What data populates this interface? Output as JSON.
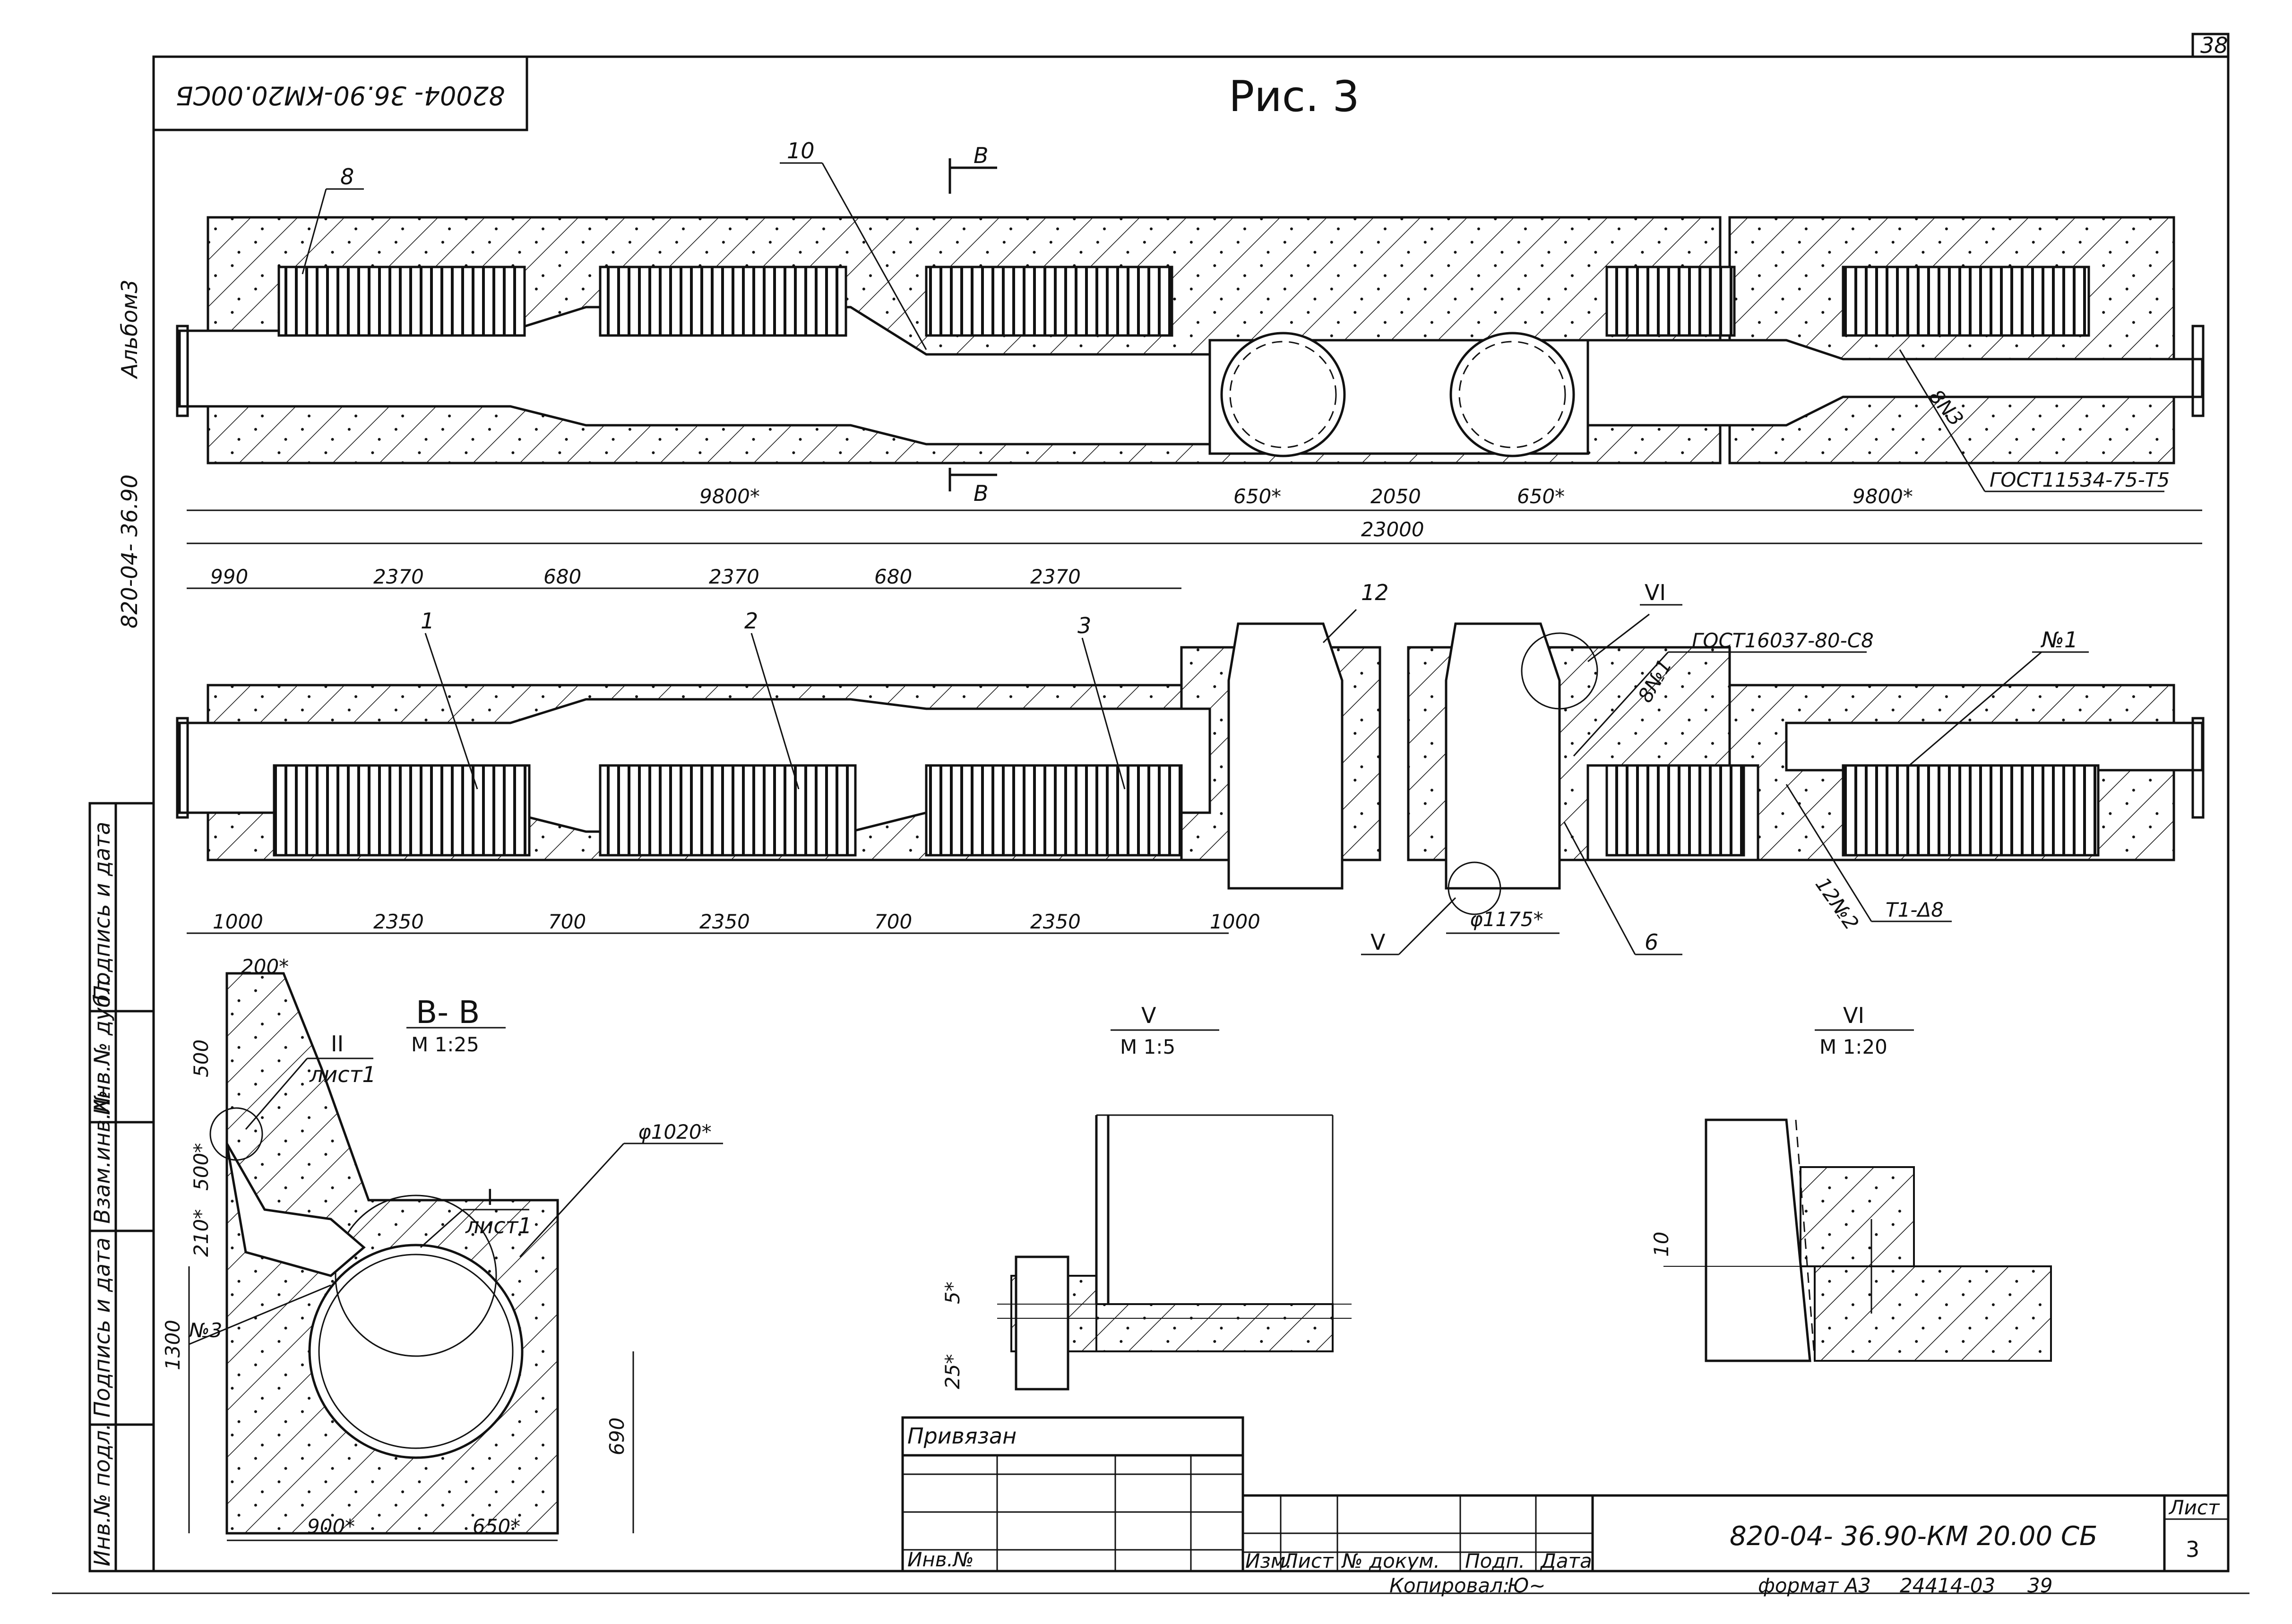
{
  "sheet": {
    "corner_number": "38",
    "figure_title": "Рис. 3",
    "stamp_code_rotated": "82004- 36.90-КМ20.00СБ",
    "album_label": "Альбом3",
    "side_code": "820-04- 36.90"
  },
  "side_table": {
    "cells": [
      "Подпись и дата",
      "Инв.№ дубл.",
      "Взам.инв.№",
      "Подпись и дата",
      "Инв.№ подл."
    ]
  },
  "top_view": {
    "section_mark": "В",
    "callouts": [
      "8",
      "10"
    ],
    "weld_label": "8N3",
    "gost_label": "ГОСТ11534-75-Т5",
    "dims": [
      "9800*",
      "650*",
      "2050",
      "650*",
      "9800*",
      "23000"
    ]
  },
  "middle_view": {
    "top_dims": [
      "990",
      "2370",
      "680",
      "2370",
      "680",
      "2370"
    ],
    "bottom_dims": [
      "1000",
      "2350",
      "700",
      "2350",
      "700",
      "2350",
      "1000"
    ],
    "callouts": [
      "1",
      "2",
      "3",
      "12",
      "VI",
      "V",
      "6",
      "№1"
    ],
    "weld_label": "8№1",
    "gost_label": "ГОСТ16037-80-С8",
    "weld2_label": "12№2",
    "weld2_type": "Т1-Δ8",
    "diam_dim": "φ1175*"
  },
  "section_bb": {
    "title": "В- В",
    "scale": "М 1:25",
    "node2": "II",
    "node2_sheet": "лист1",
    "node1": "I",
    "node1_sheet": "лист1",
    "diam": "φ1020*",
    "part": "№3",
    "dims": [
      "200*",
      "500",
      "500*",
      "210*",
      "1300",
      "690",
      "900*",
      "650*"
    ]
  },
  "detail_v": {
    "title": "V",
    "scale": "М 1:5",
    "dims": [
      "5*",
      "25*"
    ]
  },
  "detail_vi": {
    "title": "VI",
    "scale": "М 1:20",
    "dims": [
      "10"
    ]
  },
  "title_block": {
    "privyazan": "Привязан",
    "inv_no": "Инв.№",
    "col_izm": "Изм.",
    "col_list": "Лист",
    "col_doc": "№ докум.",
    "col_podp": "Подп.",
    "col_date": "Дата",
    "doc_code": "820-04- 36.90-КМ 20.00 СБ",
    "sheet_label": "Лист",
    "sheet_number": "3",
    "copied": "Копировал:",
    "copied_sign": "Ю~",
    "format": "формат А3",
    "archive": "24414-03",
    "archive_no": "39"
  }
}
